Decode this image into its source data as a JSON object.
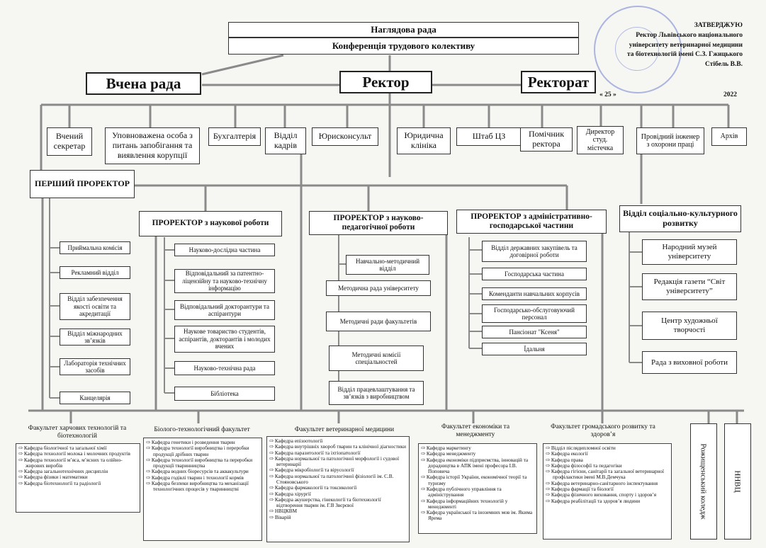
{
  "approval": {
    "title": "ЗАТВЕРДЖУЮ",
    "line1": "Ректор Львівського національного",
    "line2": "університету ветеринарної медицини",
    "line3": "та біотехнологій імені С.З. Гжицького",
    "signature": "Стібель В.В.",
    "date": "« 25 »",
    "year": "2022"
  },
  "top": {
    "supervisory": "Наглядова рада",
    "conference": "Конференція трудового колективу",
    "academic_council": "Вчена рада",
    "rector": "Ректор",
    "rectorate": "Ректорат"
  },
  "units": [
    "Вчений секретар",
    "Уповноважена особа з питань запобігання та виявлення корупції",
    "Бухгалтерія",
    "Відділ кадрів",
    "Юрисконсульт",
    "Юридична клініка",
    "Штаб ЦЗ",
    "Помічник ректора",
    "Директор студ. містечка",
    "Провідний інженер з охорони праці",
    "Архів"
  ],
  "first_vice": {
    "title": "ПЕРШИЙ ПРОРЕКТОР",
    "items": [
      "Приймальна комісія",
      "Рекламний відділ",
      "Відділ забезпечення якості освіти та акредитації",
      "Відділ міжнародних зв’язків",
      "Лабораторія технічних засобів",
      "Канцелярія"
    ]
  },
  "vice_research": {
    "title": "ПРОРЕКТОР з наукової роботи",
    "items": [
      "Науково-дослідна частина",
      "Відповідальний за патентно-ліцензійну та науково-технічну інформацію",
      "Відповідальний докторантури та аспірантури",
      "Наукове товариство студентів, аспірантів, докторантів і молодих вчених",
      "Науково-технічна рада",
      "Бібліотека"
    ]
  },
  "vice_pedagogy": {
    "title": "ПРОРЕКТОР з науково-педагогічної роботи",
    "items": [
      "Навчально-методичний відділ",
      "Методична рада університету",
      "Методичні ради факультетів",
      "Методичні комісії спеціальностей",
      "Відділ працевлаштування та зв’язків з виробництвом"
    ]
  },
  "vice_admin": {
    "title": "ПРОРЕКТОР з адміністративно-господарської частини",
    "items": [
      "Відділ державних закупівель та договірної роботи",
      "Господарська частина",
      "Коменданти навчальних корпусів",
      "Господарсько-обслуговуючий персонал",
      "Пансіонат \"Ксеня\"",
      "Їдальня"
    ]
  },
  "social": {
    "title": "Відділ соціально-культурного розвитку",
    "items": [
      "Народний музей університету",
      "Редакція газети “Світ університету”",
      "Центр художньої творчості",
      "Рада з виховної роботи"
    ]
  },
  "faculties": [
    {
      "name": "Факультет харчових технологій та біотехнологій",
      "depts": [
        "Кафедра біологічної та загальної хімії",
        "Кафедра технології молока і молочних продуктів",
        "Кафедра технології м’яса, м’ясних та олійно-жирових виробів",
        "Кафедра загальнотехнічних дисциплін",
        "Кафедра фізики і математики",
        "Кафедра біотехнології та радіології"
      ]
    },
    {
      "name": "Біолого-технологічний факультет",
      "depts": [
        "Кафедра генетики і розведення тварин",
        "Кафедра технології виробництва і переробки продукції дрібних тварин",
        "Кафедра технології виробництва та переробки продукції тваринництва",
        "Кафедра водних біоресурсів та аквакультури",
        "Кафедра годівлі тварин і технології кормів",
        "Кафедра безпеки виробництва та механізації технологічних процесів у тваринництві"
      ]
    },
    {
      "name": "Факультет ветеринарної медицини",
      "depts": [
        "Кафедра епізоотології",
        "Кафедра внутрішніх хвороб тварин та клінічної діагностики",
        "Кафедра паразитології та іхтіопатології",
        "Кафедра нормальної та патологічної морфології і судової ветеринарії",
        "Кафедра мікробіології та вірусології",
        "Кафедра нормальної та патологічної фізіології ім. С.В. Стояновського",
        "Кафедра фармакології та токсикології",
        "Кафедра хірургії",
        "Кафедра акушерства, гінекології та біотехнології відтворення тварин ім. Г.В Звєрєвої",
        "НВЦКВМ",
        "Віварій"
      ]
    },
    {
      "name": "Факультет економіки та менеджменту",
      "depts": [
        "Кафедра маркетингу",
        "Кафедра менеджменту",
        "Кафедра економіки підприємства, інновацій та дорадництва в АПК імені професора І.В. Поповича",
        "Кафедра історії України, економічної теорії та туризму",
        "Кафедра публічного управління та адміністрування",
        "Кафедра інформаційних технологій у менеджменті",
        "Кафедра української та іноземних мов ім. Якима Ярема"
      ]
    },
    {
      "name": "Факультет громадського розвитку та здоров’я",
      "depts": [
        "Відділ післядипломної освіти",
        "Кафедра екології",
        "Кафедра права",
        "Кафедра філософії та педагогіки",
        "Кафедра гігієни, санітарії та загальної ветеринарної профілактики імені М.В.Демчука",
        "Кафедра ветеринарно-санітарного інспектування",
        "Кафедра фармації та біології",
        "Кафедра фізичного виховання, спорту і здоров’я",
        "Кафедра реабілітації та здоров’я людини"
      ]
    }
  ],
  "college": "Рожищенський коледж",
  "nnvc": "ННВЦ"
}
